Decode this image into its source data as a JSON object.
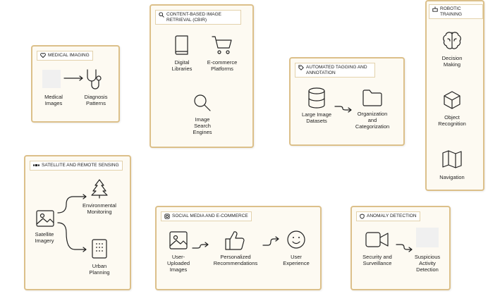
{
  "medical": {
    "title": "MEDICAL IMAGING",
    "images_label": "Medical\nImages",
    "diagnosis_label": "Diagnosis\nPatterns"
  },
  "cbir": {
    "title": "CONTENT-BASED IMAGE RETRIEVAL (CBIR)",
    "digital_label": "Digital\nLibraries",
    "ecommerce_label": "E-commerce\nPlatforms",
    "search_label": "Image\nSearch\nEngines"
  },
  "tagging": {
    "title": "AUTOMATED TAGGING AND ANNOTATION",
    "datasets_label": "Large Image\nDatasets",
    "organization_label": "Organization\nand\nCategorization"
  },
  "robotic": {
    "title": "ROBOTIC TRAINING",
    "decision_label": "Decision\nMaking",
    "object_label": "Object\nRecognition",
    "navigation_label": "Navigation"
  },
  "satellite": {
    "title": "SATELLITE AND REMOTE SENSING",
    "imagery_label": "Satellite\nImagery",
    "environment_label": "Environmental\nMonitoring",
    "urban_label": "Urban\nPlanning"
  },
  "social": {
    "title": "SOCIAL MEDIA AND E-COMMERCE",
    "uploaded_label": "User-\nUploaded\nImages",
    "recommend_label": "Personalized\nRecommendations",
    "experience_label": "User\nExperience"
  },
  "anomaly": {
    "title": "ANOMALY DETECTION",
    "security_label": "Security and\nSurveillance",
    "suspicious_label": "Suspicious\nActivity\nDetection"
  }
}
